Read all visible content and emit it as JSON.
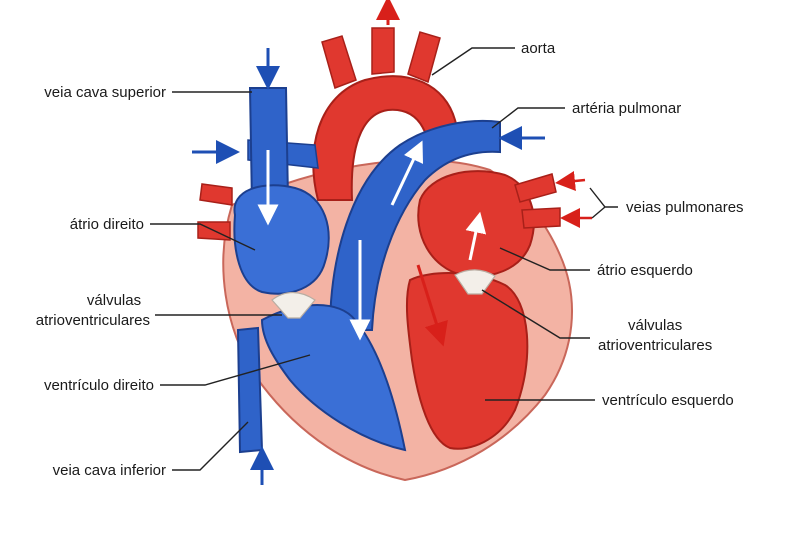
{
  "labels": {
    "aorta": "aorta",
    "pulmonary_artery": "artéria pulmonar",
    "pulmonary_veins": "veias pulmonares",
    "left_atrium": "átrio esquerdo",
    "left_valves_line1": "válvulas",
    "left_valves_line2": "atrioventriculares",
    "left_ventricle": "ventrículo esquerdo",
    "superior_vena_cava": "veia cava superior",
    "right_atrium": "átrio direito",
    "right_valves_line1": "válvulas",
    "right_valves_line2": "atrioventriculares",
    "right_ventricle": "ventrículo direito",
    "inferior_vena_cava": "veia cava inferior"
  },
  "colors": {
    "deoxygenated": "#2f63c9",
    "deoxygenated_dark": "#1c3f8f",
    "oxygenated": "#e0382f",
    "oxygenated_dark": "#a82019",
    "muscle": "#f3b3a4",
    "muscle_edge": "#c9675a",
    "valve": "#f3efe9",
    "arrow_blue": "#1e4fb4",
    "arrow_red": "#d8201a"
  }
}
